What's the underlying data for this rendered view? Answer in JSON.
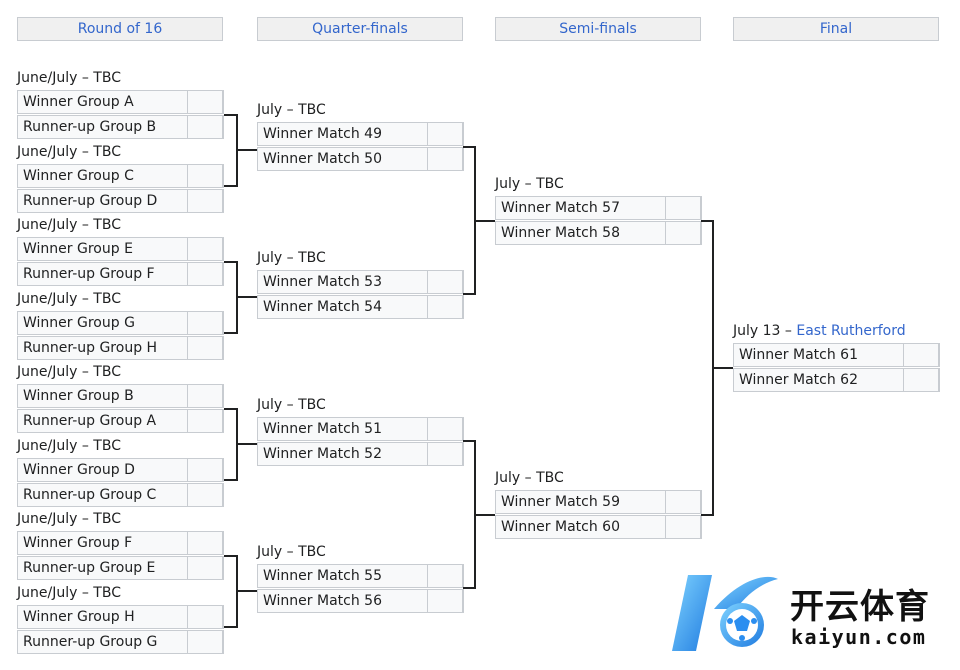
{
  "rounds": [
    "Round of 16",
    "Quarter-finals",
    "Semi-finals",
    "Final"
  ],
  "round_of_16": [
    {
      "date": "June/July – TBC",
      "teams": [
        "Winner Group A",
        "Runner-up Group B"
      ]
    },
    {
      "date": "June/July – TBC",
      "teams": [
        "Winner Group C",
        "Runner-up Group D"
      ]
    },
    {
      "date": "June/July – TBC",
      "teams": [
        "Winner Group E",
        "Runner-up Group F"
      ]
    },
    {
      "date": "June/July – TBC",
      "teams": [
        "Winner Group G",
        "Runner-up Group H"
      ]
    },
    {
      "date": "June/July – TBC",
      "teams": [
        "Winner Group B",
        "Runner-up Group A"
      ]
    },
    {
      "date": "June/July – TBC",
      "teams": [
        "Winner Group D",
        "Runner-up Group C"
      ]
    },
    {
      "date": "June/July – TBC",
      "teams": [
        "Winner Group F",
        "Runner-up Group E"
      ]
    },
    {
      "date": "June/July – TBC",
      "teams": [
        "Winner Group H",
        "Runner-up Group G"
      ]
    }
  ],
  "quarter_finals": [
    {
      "date": "July – TBC",
      "teams": [
        "Winner Match 49",
        "Winner Match 50"
      ]
    },
    {
      "date": "July – TBC",
      "teams": [
        "Winner Match 53",
        "Winner Match 54"
      ]
    },
    {
      "date": "July – TBC",
      "teams": [
        "Winner Match 51",
        "Winner Match 52"
      ]
    },
    {
      "date": "July – TBC",
      "teams": [
        "Winner Match 55",
        "Winner Match 56"
      ]
    }
  ],
  "semi_finals": [
    {
      "date": "July – TBC",
      "teams": [
        "Winner Match 57",
        "Winner Match 58"
      ]
    },
    {
      "date": "July – TBC",
      "teams": [
        "Winner Match 59",
        "Winner Match 60"
      ]
    }
  ],
  "final": {
    "date_prefix": "July 13 – ",
    "venue": "East Rutherford",
    "teams": [
      "Winner Match 61",
      "Winner Match 62"
    ]
  },
  "watermark": {
    "chinese": "开云体育",
    "domain": "kaiyun.com",
    "logo_letter": "K"
  }
}
